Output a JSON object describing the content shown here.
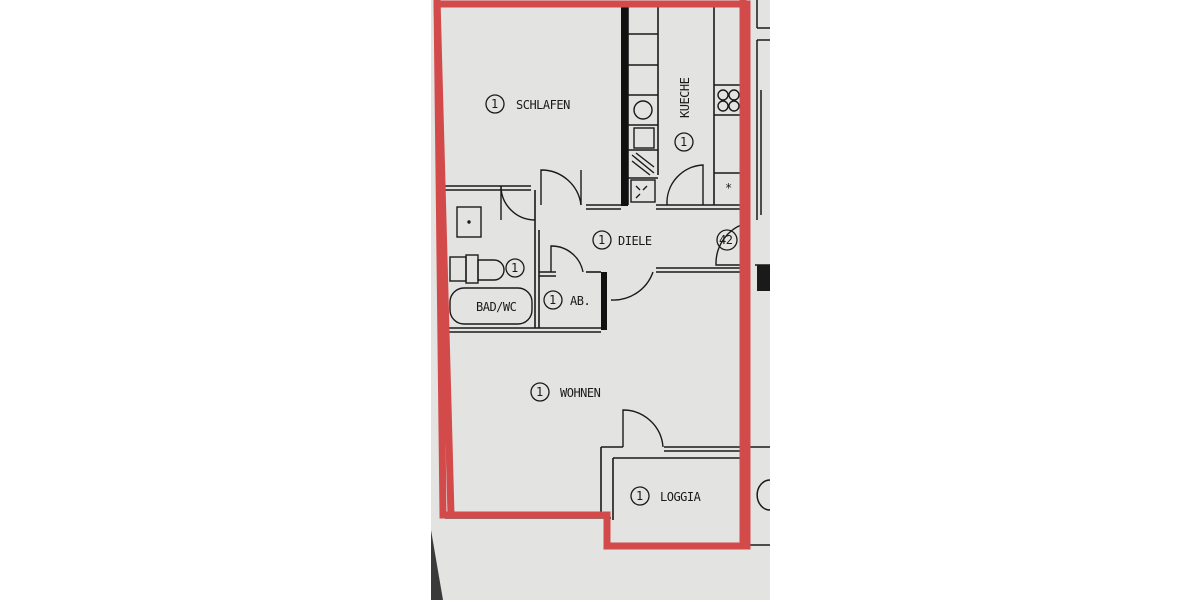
{
  "image": {
    "description": "Photo of a German apartment floor plan outlined in red",
    "outline_color": "#d24a4a",
    "paper_color": "#e3e4e2",
    "line_color": "#1a1a1a"
  },
  "rooms": [
    {
      "id": "schlafen",
      "number": "1",
      "label": "SCHLAFEN"
    },
    {
      "id": "kueche",
      "number": "1",
      "label": "KUECHE"
    },
    {
      "id": "diele",
      "number": "1",
      "label": "DIELE"
    },
    {
      "id": "bad",
      "number": "1",
      "label": "BAD/WC"
    },
    {
      "id": "ab",
      "number": "1",
      "label": "AB."
    },
    {
      "id": "wohnen",
      "number": "1",
      "label": "WOHNEN"
    },
    {
      "id": "loggia",
      "number": "1",
      "label": "LOGGIA"
    }
  ],
  "markers": {
    "stair_number": "42"
  }
}
